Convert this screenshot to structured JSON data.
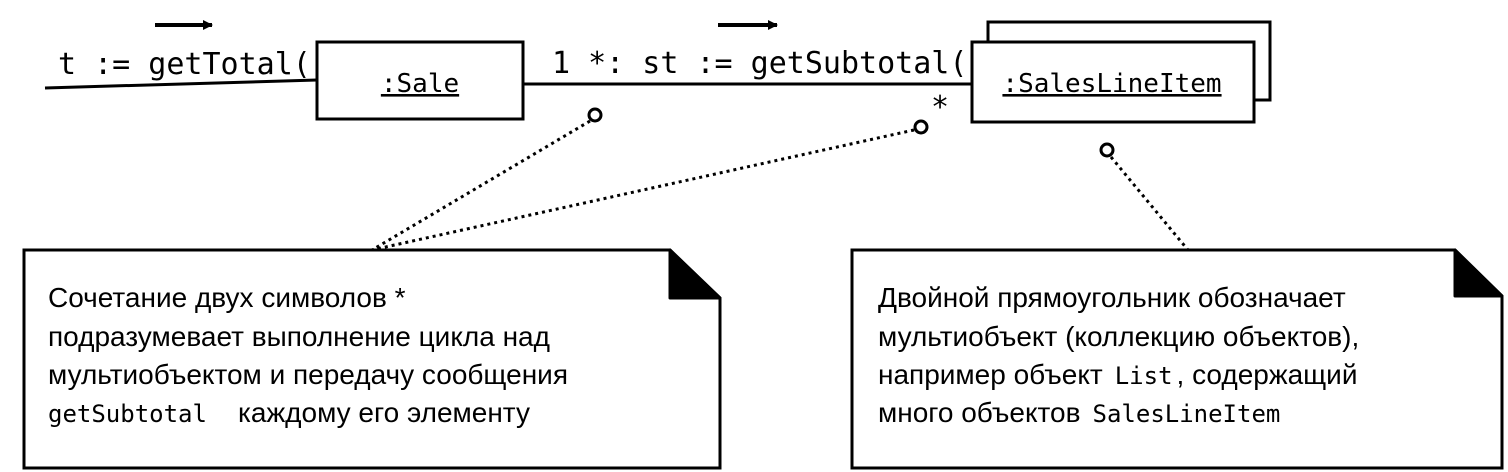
{
  "messages": {
    "get_total": "t := getTotal()",
    "get_subtotal": "1 *: st := getSubtotal()",
    "multiplicity_star": "*"
  },
  "objects": {
    "sale": ":Sale",
    "sales_line_item": ":SalesLineItem"
  },
  "notes": {
    "iteration": {
      "line1": "Сочетание двух символов *",
      "line2": "подразумевает выполнение цикла над",
      "line3": "мультиобъектом и передачу сообщения",
      "line4_code": "getSubtotal",
      "line4_text": "каждому его элементу"
    },
    "multiobject": {
      "line1": "Двойной прямоугольник обозначает",
      "line2": "мультиобъект (коллекцию объектов),",
      "line3_pre": "например объект",
      "line3_code": "List",
      "line3_post": ", содержащий",
      "line4_pre": "много объектов",
      "line4_code": "SalesLineItem"
    }
  }
}
